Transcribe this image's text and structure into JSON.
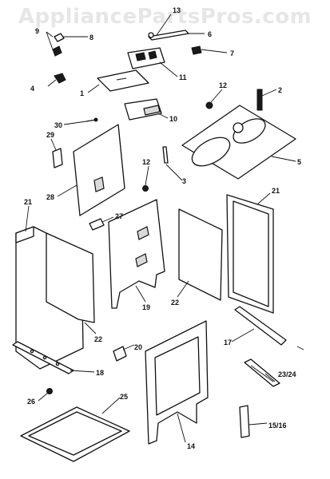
{
  "watermark": "AppliancePartsPros.com",
  "callouts": {
    "c1": "1",
    "c2": "2",
    "c3": "3",
    "c4": "4",
    "c5": "5",
    "c6": "6",
    "c7": "7",
    "c8": "8",
    "c9": "9",
    "c10": "10",
    "c11": "11",
    "c12a": "12",
    "c12b": "12",
    "c13": "13",
    "c14": "14",
    "c15_16": "15/16",
    "c17": "17",
    "c18": "18",
    "c19": "19",
    "c20": "20",
    "c21a": "21",
    "c21b": "21",
    "c22a": "22",
    "c22b": "22",
    "c23_24": "23/24",
    "c25": "25",
    "c26": "26",
    "c27": "27",
    "c28": "28",
    "c29": "29",
    "c30": "30"
  }
}
